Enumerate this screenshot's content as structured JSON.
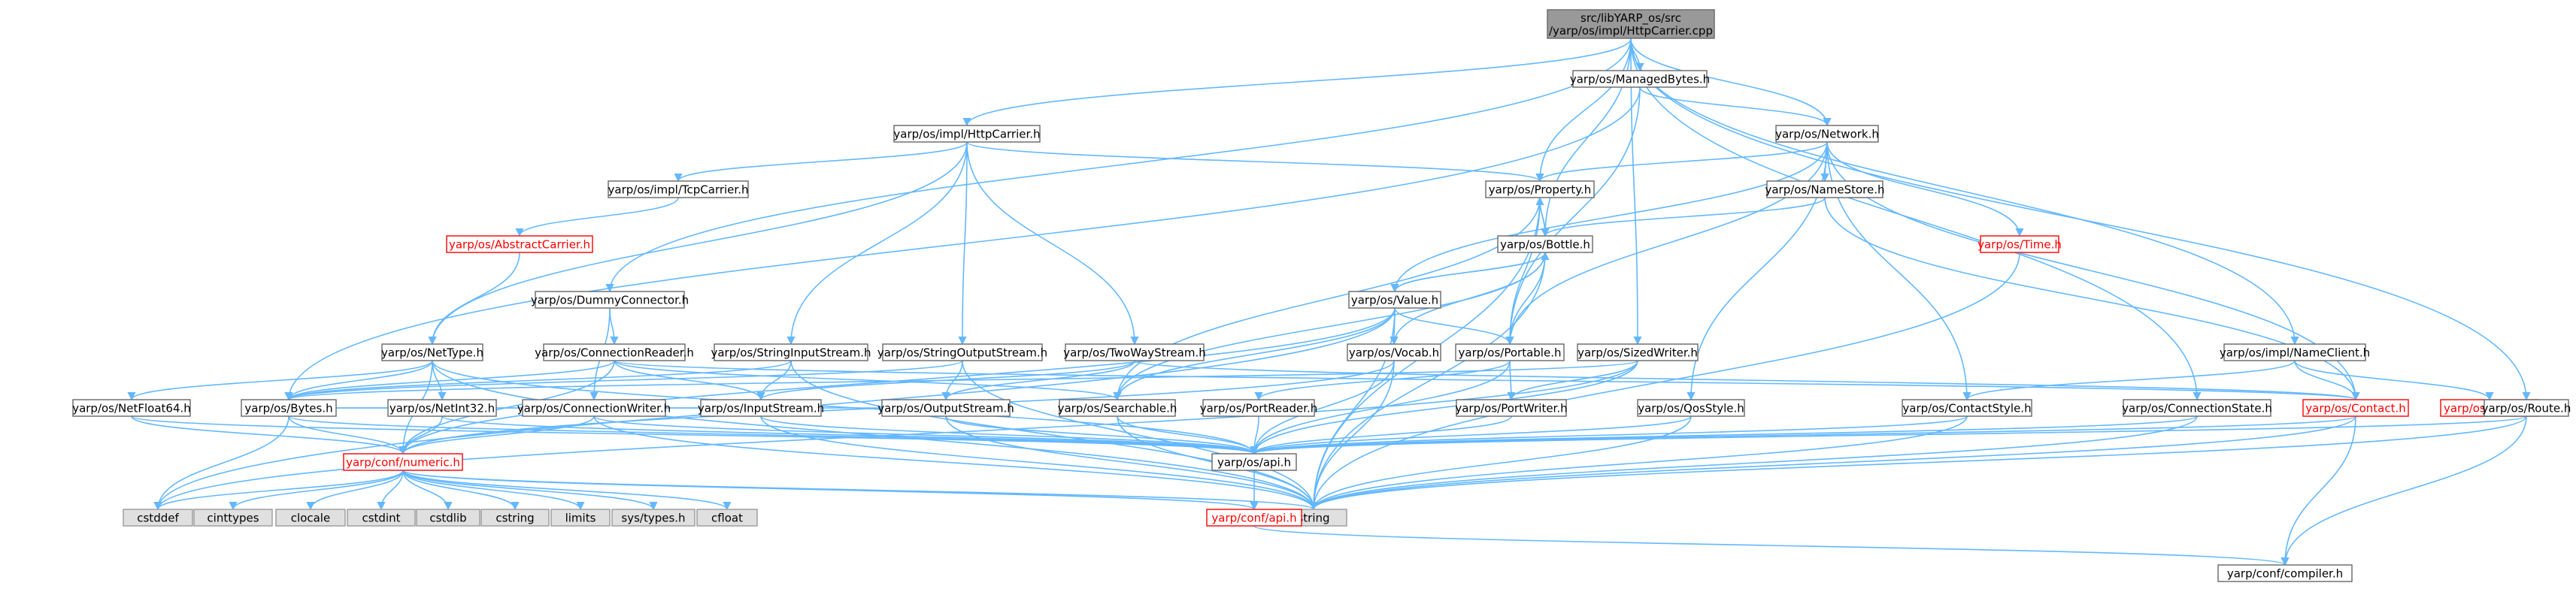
{
  "colors": {
    "normal_fill": "#ffffff",
    "normal_stroke": "#666666",
    "normal_text": "#000000",
    "root_fill": "#999999",
    "root_stroke": "#666666",
    "red_text": "#ff0000",
    "red_stroke": "#ff0000",
    "system_fill": "#e0e0e0",
    "system_stroke": "#999999",
    "edge": "#63b8ff"
  },
  "nodes": {
    "root": {
      "lines": [
        "src/libYARP_os/src",
        "/yarp/os/impl/HttpCarrier.cpp"
      ],
      "style": "root"
    },
    "managedbytes": {
      "lines": [
        "yarp/os/ManagedBytes.h"
      ],
      "style": "normal"
    },
    "implhttp": {
      "lines": [
        "yarp/os/impl/HttpCarrier.h"
      ],
      "style": "normal"
    },
    "network": {
      "lines": [
        "yarp/os/Network.h"
      ],
      "style": "normal"
    },
    "tcpcarrier": {
      "lines": [
        "yarp/os/impl/TcpCarrier.h"
      ],
      "style": "normal"
    },
    "property": {
      "lines": [
        "yarp/os/Property.h"
      ],
      "style": "normal"
    },
    "namestore": {
      "lines": [
        "yarp/os/NameStore.h"
      ],
      "style": "normal"
    },
    "abstractcarrier": {
      "lines": [
        "yarp/os/AbstractCarrier.h"
      ],
      "style": "red"
    },
    "bottle": {
      "lines": [
        "yarp/os/Bottle.h"
      ],
      "style": "normal"
    },
    "time": {
      "lines": [
        "yarp/os/Time.h"
      ],
      "style": "red"
    },
    "dummyconnector": {
      "lines": [
        "yarp/os/DummyConnector.h"
      ],
      "style": "normal"
    },
    "value": {
      "lines": [
        "yarp/os/Value.h"
      ],
      "style": "normal"
    },
    "nettype": {
      "lines": [
        "yarp/os/NetType.h"
      ],
      "style": "normal"
    },
    "connectionreader": {
      "lines": [
        "yarp/os/ConnectionReader.h"
      ],
      "style": "normal"
    },
    "stringinput": {
      "lines": [
        "yarp/os/StringInputStream.h"
      ],
      "style": "normal"
    },
    "stringoutput": {
      "lines": [
        "yarp/os/StringOutputStream.h"
      ],
      "style": "normal"
    },
    "twoway": {
      "lines": [
        "yarp/os/TwoWayStream.h"
      ],
      "style": "normal"
    },
    "vocab": {
      "lines": [
        "yarp/os/Vocab.h"
      ],
      "style": "normal"
    },
    "portable": {
      "lines": [
        "yarp/os/Portable.h"
      ],
      "style": "normal"
    },
    "sizedwriter": {
      "lines": [
        "yarp/os/SizedWriter.h"
      ],
      "style": "normal"
    },
    "nameclient": {
      "lines": [
        "yarp/os/impl/NameClient.h"
      ],
      "style": "normal"
    },
    "netfloat64": {
      "lines": [
        "yarp/os/NetFloat64.h"
      ],
      "style": "normal"
    },
    "bytes": {
      "lines": [
        "yarp/os/Bytes.h"
      ],
      "style": "normal"
    },
    "netint32": {
      "lines": [
        "yarp/os/NetInt32.h"
      ],
      "style": "normal"
    },
    "connectionwriter": {
      "lines": [
        "yarp/os/ConnectionWriter.h"
      ],
      "style": "normal"
    },
    "inputstream": {
      "lines": [
        "yarp/os/InputStream.h"
      ],
      "style": "normal"
    },
    "outputstream": {
      "lines": [
        "yarp/os/OutputStream.h"
      ],
      "style": "normal"
    },
    "searchable": {
      "lines": [
        "yarp/os/Searchable.h"
      ],
      "style": "normal"
    },
    "portreader": {
      "lines": [
        "yarp/os/PortReader.h"
      ],
      "style": "normal"
    },
    "portwriter": {
      "lines": [
        "yarp/os/PortWriter.h"
      ],
      "style": "normal"
    },
    "qosstyle": {
      "lines": [
        "yarp/os/QosStyle.h"
      ],
      "style": "normal"
    },
    "contactstyle": {
      "lines": [
        "yarp/os/ContactStyle.h"
      ],
      "style": "normal"
    },
    "connectionstate": {
      "lines": [
        "yarp/os/ConnectionState.h"
      ],
      "style": "normal"
    },
    "contact": {
      "lines": [
        "yarp/os/Contact.h"
      ],
      "style": "red"
    },
    "nodes": {
      "lines": [
        "yarp/os/Nodes.h"
      ],
      "style": "red"
    },
    "route": {
      "lines": [
        "yarp/os/Route.h"
      ],
      "style": "normal"
    },
    "confnumeric": {
      "lines": [
        "yarp/conf/numeric.h"
      ],
      "style": "red"
    },
    "api": {
      "lines": [
        "yarp/os/api.h"
      ],
      "style": "normal"
    },
    "cstddef": {
      "lines": [
        "cstddef"
      ],
      "style": "system"
    },
    "cinttypes": {
      "lines": [
        "cinttypes"
      ],
      "style": "system"
    },
    "clocale": {
      "lines": [
        "clocale"
      ],
      "style": "system"
    },
    "cstdint": {
      "lines": [
        "cstdint"
      ],
      "style": "system"
    },
    "cstdlib": {
      "lines": [
        "cstdlib"
      ],
      "style": "system"
    },
    "cstring": {
      "lines": [
        "cstring"
      ],
      "style": "system"
    },
    "limits": {
      "lines": [
        "limits"
      ],
      "style": "system"
    },
    "systypes": {
      "lines": [
        "sys/types.h"
      ],
      "style": "system"
    },
    "cfloat": {
      "lines": [
        "cfloat"
      ],
      "style": "system"
    },
    "string": {
      "lines": [
        "string"
      ],
      "style": "system"
    },
    "confapi": {
      "lines": [
        "yarp/conf/api.h"
      ],
      "style": "red"
    },
    "compiler": {
      "lines": [
        "yarp/conf/compiler.h"
      ],
      "style": "normal"
    }
  },
  "edges": [
    [
      "root",
      "managedbytes"
    ],
    [
      "root",
      "implhttp"
    ],
    [
      "root",
      "network"
    ],
    [
      "root",
      "property"
    ],
    [
      "root",
      "bottle"
    ],
    [
      "root",
      "dummyconnector"
    ],
    [
      "root",
      "sizedwriter"
    ],
    [
      "root",
      "nameclient"
    ],
    [
      "root",
      "connectionstate"
    ],
    [
      "root",
      "route"
    ],
    [
      "managedbytes",
      "bytes"
    ],
    [
      "managedbytes",
      "portable"
    ],
    [
      "managedbytes",
      "network"
    ],
    [
      "implhttp",
      "tcpcarrier"
    ],
    [
      "implhttp",
      "property"
    ],
    [
      "implhttp",
      "nettype"
    ],
    [
      "implhttp",
      "stringinput"
    ],
    [
      "implhttp",
      "stringoutput"
    ],
    [
      "implhttp",
      "twoway"
    ],
    [
      "network",
      "property"
    ],
    [
      "network",
      "namestore"
    ],
    [
      "network",
      "time"
    ],
    [
      "network",
      "value"
    ],
    [
      "network",
      "portable"
    ],
    [
      "network",
      "contactstyle"
    ],
    [
      "network",
      "qosstyle"
    ],
    [
      "network",
      "contact"
    ],
    [
      "tcpcarrier",
      "abstractcarrier"
    ],
    [
      "abstractcarrier",
      "nettype"
    ],
    [
      "property",
      "bottle"
    ],
    [
      "property",
      "searchable"
    ],
    [
      "property",
      "portable"
    ],
    [
      "property",
      "string"
    ],
    [
      "namestore",
      "bottle"
    ],
    [
      "namestore",
      "contact"
    ],
    [
      "bottle",
      "property"
    ],
    [
      "bottle",
      "value"
    ],
    [
      "bottle",
      "portable"
    ],
    [
      "bottle",
      "searchable"
    ],
    [
      "bottle",
      "vocab"
    ],
    [
      "bottle",
      "string"
    ],
    [
      "time",
      "string"
    ],
    [
      "dummyconnector",
      "connectionreader"
    ],
    [
      "dummyconnector",
      "connectionwriter"
    ],
    [
      "value",
      "bottle"
    ],
    [
      "value",
      "vocab"
    ],
    [
      "value",
      "portable"
    ],
    [
      "value",
      "searchable"
    ],
    [
      "value",
      "confnumeric"
    ],
    [
      "value",
      "cstddef"
    ],
    [
      "value",
      "string"
    ],
    [
      "nettype",
      "netfloat64"
    ],
    [
      "nettype",
      "bytes"
    ],
    [
      "nettype",
      "netint32"
    ],
    [
      "nettype",
      "confnumeric"
    ],
    [
      "nettype",
      "api"
    ],
    [
      "nettype",
      "string"
    ],
    [
      "connectionreader",
      "bytes"
    ],
    [
      "connectionreader",
      "contact"
    ],
    [
      "connectionreader",
      "searchable"
    ],
    [
      "connectionreader",
      "inputstream"
    ],
    [
      "connectionreader",
      "confnumeric"
    ],
    [
      "stringinput",
      "inputstream"
    ],
    [
      "stringinput",
      "bytes"
    ],
    [
      "stringinput",
      "string"
    ],
    [
      "stringoutput",
      "outputstream"
    ],
    [
      "stringoutput",
      "bytes"
    ],
    [
      "stringoutput",
      "string"
    ],
    [
      "twoway",
      "inputstream"
    ],
    [
      "twoway",
      "outputstream"
    ],
    [
      "twoway",
      "contact"
    ],
    [
      "vocab",
      "confnumeric"
    ],
    [
      "vocab",
      "api"
    ],
    [
      "vocab",
      "string"
    ],
    [
      "portable",
      "portreader"
    ],
    [
      "portable",
      "portwriter"
    ],
    [
      "portable",
      "api"
    ],
    [
      "sizedwriter",
      "portwriter"
    ],
    [
      "sizedwriter",
      "bytes"
    ],
    [
      "sizedwriter",
      "api"
    ],
    [
      "sizedwriter",
      "cstddef"
    ],
    [
      "nameclient",
      "contact"
    ],
    [
      "nameclient",
      "nodes"
    ],
    [
      "nameclient",
      "contactstyle"
    ],
    [
      "netfloat64",
      "confnumeric"
    ],
    [
      "netfloat64",
      "api"
    ],
    [
      "bytes",
      "confnumeric"
    ],
    [
      "bytes",
      "api"
    ],
    [
      "bytes",
      "cstddef"
    ],
    [
      "netint32",
      "confnumeric"
    ],
    [
      "netint32",
      "api"
    ],
    [
      "connectionwriter",
      "confnumeric"
    ],
    [
      "connectionwriter",
      "api"
    ],
    [
      "connectionwriter",
      "string"
    ],
    [
      "inputstream",
      "bytes"
    ],
    [
      "inputstream",
      "api"
    ],
    [
      "inputstream",
      "string"
    ],
    [
      "outputstream",
      "bytes"
    ],
    [
      "outputstream",
      "api"
    ],
    [
      "outputstream",
      "string"
    ],
    [
      "searchable",
      "api"
    ],
    [
      "searchable",
      "string"
    ],
    [
      "portreader",
      "api"
    ],
    [
      "portwriter",
      "api"
    ],
    [
      "qosstyle",
      "api"
    ],
    [
      "qosstyle",
      "string"
    ],
    [
      "contactstyle",
      "api"
    ],
    [
      "contactstyle",
      "string"
    ],
    [
      "connectionstate",
      "api"
    ],
    [
      "connectionstate",
      "string"
    ],
    [
      "contact",
      "api"
    ],
    [
      "contact",
      "string"
    ],
    [
      "contact",
      "compiler"
    ],
    [
      "route",
      "api"
    ],
    [
      "route",
      "string"
    ],
    [
      "route",
      "compiler"
    ],
    [
      "confnumeric",
      "cstddef"
    ],
    [
      "confnumeric",
      "cinttypes"
    ],
    [
      "confnumeric",
      "clocale"
    ],
    [
      "confnumeric",
      "cstdint"
    ],
    [
      "confnumeric",
      "cstdlib"
    ],
    [
      "confnumeric",
      "cstring"
    ],
    [
      "confnumeric",
      "limits"
    ],
    [
      "confnumeric",
      "systypes"
    ],
    [
      "confnumeric",
      "cfloat"
    ],
    [
      "confnumeric",
      "string"
    ],
    [
      "confnumeric",
      "confapi"
    ],
    [
      "api",
      "confapi"
    ],
    [
      "confapi",
      "compiler"
    ]
  ]
}
